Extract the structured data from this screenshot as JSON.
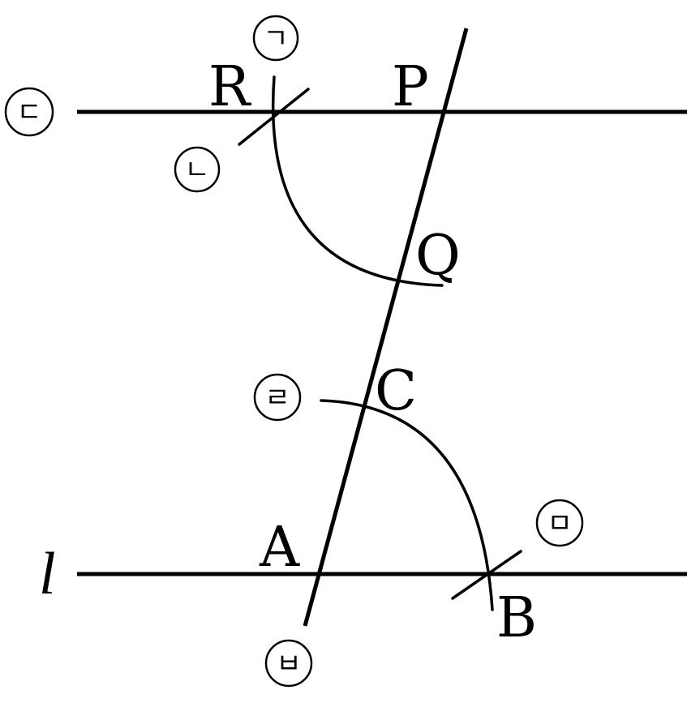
{
  "points": {
    "R": "R",
    "P": "P",
    "Q": "Q",
    "C": "C",
    "A": "A",
    "B": "B"
  },
  "line_label": "l",
  "steps": {
    "s1": "ㄱ",
    "s2": "ㄴ",
    "s3": "ㄷ",
    "s4": "ㄹ",
    "s5": "ㅁ",
    "s6": "ㅂ"
  }
}
